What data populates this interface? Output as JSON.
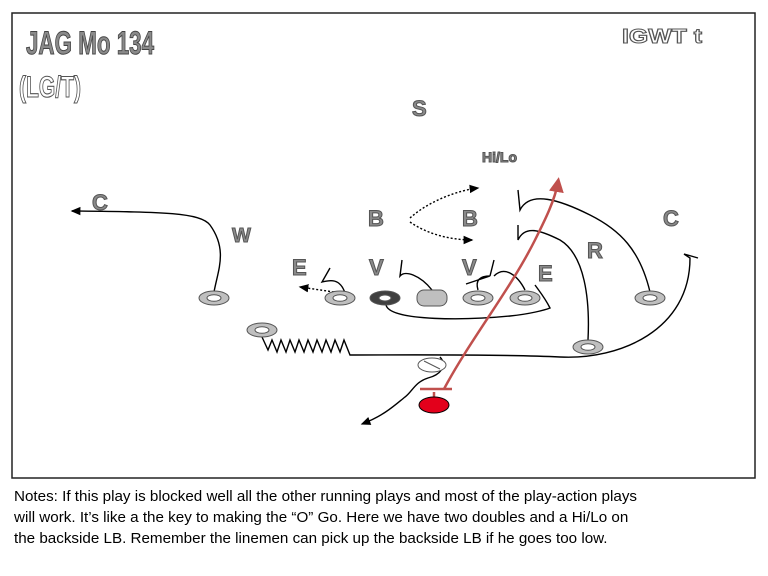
{
  "title": "JAG Mo 134",
  "subtitle": "(LG/T)",
  "tag": "IGWT t",
  "defense": {
    "safety": "S",
    "hilo": "Hi/Lo",
    "corner_left": "C",
    "corner_right": "C",
    "will": "W",
    "backer_left": "B",
    "backer_right": "B",
    "rover": "R",
    "end_left": "E",
    "end_right": "E",
    "tackle_left": "V",
    "tackle_right": "V"
  },
  "colors": {
    "ball_carrier": "#e3001b",
    "run_path": "#c0504d",
    "player": "#bfbfbf",
    "label": "#8a8a8a"
  },
  "notes": [
    "Notes: If this play is blocked well all the other running plays and most of the play-action plays",
    "will work.  It’s like a the key to making the “O” Go.  Here we have two doubles and a Hi/Lo on",
    "the backside LB. Remember the linemen can pick up the backside LB if he goes too low."
  ]
}
